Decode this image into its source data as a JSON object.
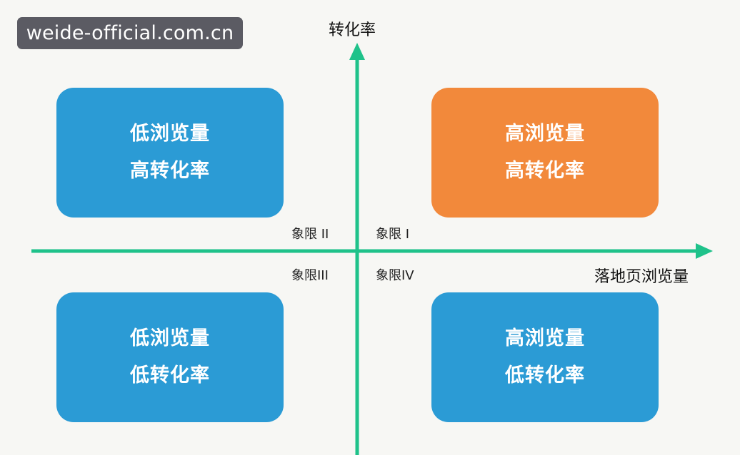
{
  "watermark": {
    "text": "weide-official.com.cn"
  },
  "axes": {
    "y_label": "转化率",
    "x_label": "落地页浏览量",
    "color": "#1fc28a"
  },
  "quadrants": {
    "q1": {
      "label": "象限 I",
      "line1": "高浏览量",
      "line2": "高转化率",
      "color": "#f2893b"
    },
    "q2": {
      "label": "象限 II",
      "line1": "低浏览量",
      "line2": "高转化率",
      "color": "#2b9bd5"
    },
    "q3": {
      "label": "象限III",
      "line1": "低浏览量",
      "line2": "低转化率",
      "color": "#2b9bd5"
    },
    "q4": {
      "label": "象限IV",
      "line1": "高浏览量",
      "line2": "低转化率",
      "color": "#2b9bd5"
    }
  }
}
